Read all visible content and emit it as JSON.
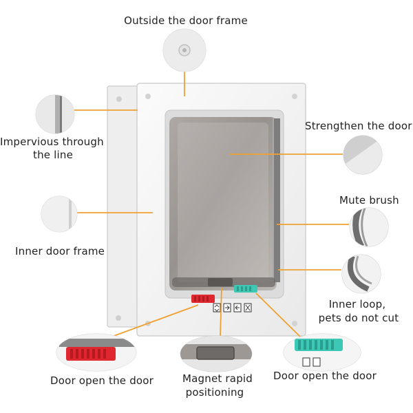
{
  "colors": {
    "leader_line": "#f0a030",
    "frame_white": "#f4f4f4",
    "flap_tint": "#8f8a86",
    "brush_gray": "#7d7d7d",
    "latch_red": "#e0262e",
    "latch_teal": "#3cc8b4"
  },
  "labels": {
    "outside_frame": "Outside the door frame",
    "impervious_line1": "Impervious through",
    "impervious_line2": "the line",
    "inner_frame": "Inner door frame",
    "strengthen": "Strengthen the door",
    "mute_brush": "Mute brush",
    "inner_loop_line1": "Inner loop,",
    "inner_loop_line2": "pets do not cut",
    "door_open_left": "Door open the door",
    "magnet_line1": "Magnet rapid",
    "magnet_line2": "positioning",
    "door_open_right": "Door open the door"
  },
  "icons": {
    "lock_modes": [
      "open-both-icon",
      "in-only-icon",
      "out-only-icon",
      "locked-icon"
    ]
  }
}
